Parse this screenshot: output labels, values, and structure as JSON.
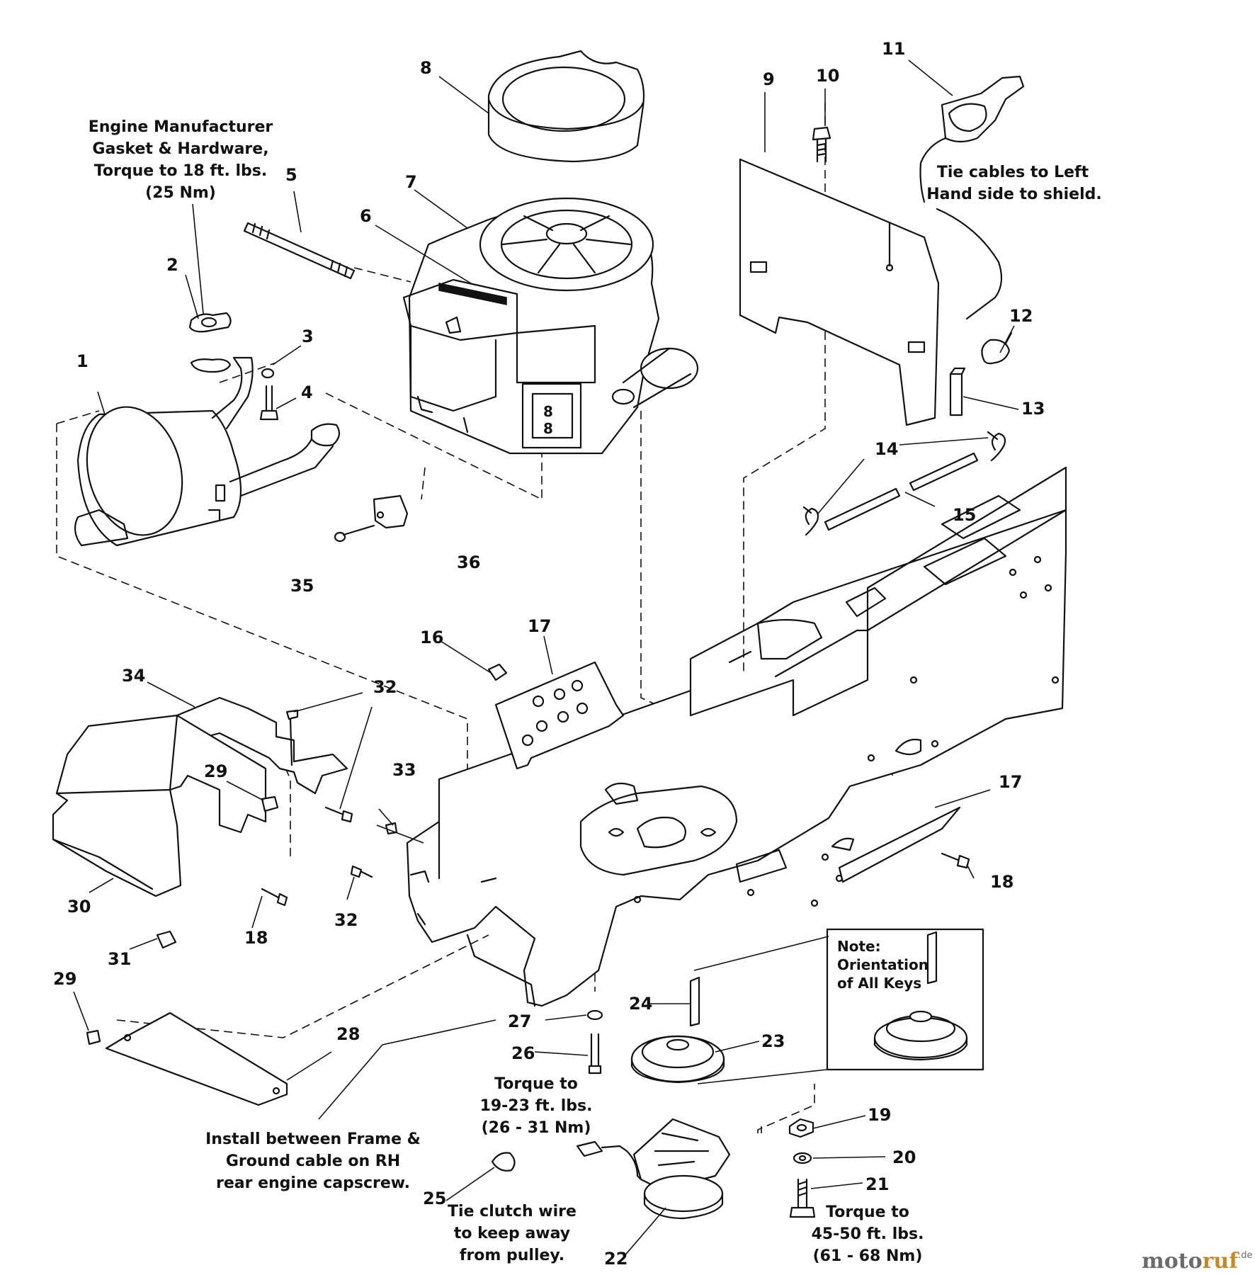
{
  "callouts": {
    "c1": "1",
    "c2": "2",
    "c3": "3",
    "c4": "4",
    "c5": "5",
    "c6": "6",
    "c7": "7",
    "c8": "8",
    "c9": "9",
    "c10": "10",
    "c11": "11",
    "c12": "12",
    "c13": "13",
    "c14": "14",
    "c15": "15",
    "c16": "16",
    "c17a": "17",
    "c17b": "17",
    "c18a": "18",
    "c18b": "18",
    "c19": "19",
    "c20": "20",
    "c21": "21",
    "c22": "22",
    "c23": "23",
    "c24": "24",
    "c25": "25",
    "c26": "26",
    "c27": "27",
    "c28": "28",
    "c29a": "29",
    "c29b": "29",
    "c30": "30",
    "c31": "31",
    "c32a": "32",
    "c32b": "32",
    "c33": "33",
    "c34": "34",
    "c35": "35",
    "c36": "36"
  },
  "notes": {
    "engine_gasket": [
      "Engine Manufacturer",
      "Gasket & Hardware,",
      "Torque to 18 ft. lbs.",
      "(25 Nm)"
    ],
    "tie_cables": [
      "Tie cables to Left",
      "Hand side to shield."
    ],
    "keys": [
      "Note:",
      "Orientation",
      "of All Keys"
    ],
    "ground_cable": [
      "Install between Frame &",
      "Ground cable on RH",
      "rear engine capscrew."
    ],
    "torque_26": [
      "Torque to",
      "19-23 ft. lbs.",
      "(26 - 31 Nm)"
    ],
    "tie_clutch": [
      "Tie clutch wire",
      "to keep away",
      "from pulley."
    ],
    "torque_21": [
      "Torque to",
      "45-50 ft. lbs.",
      "(61 - 68 Nm)"
    ]
  },
  "watermark": {
    "part1": "moto",
    "part2": "ruf",
    "suffix": ".de"
  }
}
